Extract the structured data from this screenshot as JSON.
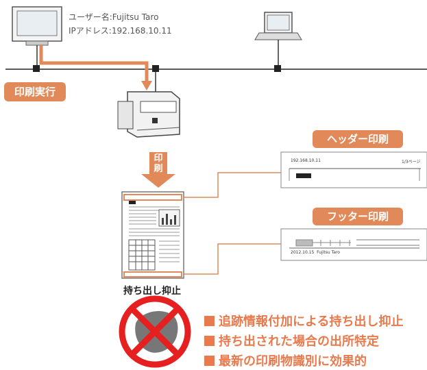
{
  "user_info": {
    "name_line": "ユーザー名:Fujitsu Taro",
    "ip_line": "IPアドレス:192.168.10.11"
  },
  "labels": {
    "print_execute": "印刷実行",
    "print_arrow_text": "印\n刷",
    "header_print": "ヘッダー印刷",
    "footer_print": "フッター印刷",
    "takeout_prevention": "持ち出し抑止"
  },
  "header_sample": {
    "ip": "192.168.10.11",
    "page": "1/3ページ"
  },
  "footer_sample": {
    "date_user": "2012.10.15  Fujitsu Taro"
  },
  "bullets": [
    "追跡情報付加による持ち出し抑止",
    "持ち出された場合の出所特定",
    "最新の印刷物識別に効果的"
  ],
  "colors": {
    "accent": "#e2895a",
    "bullet": "#e87a4e",
    "network": "#222222",
    "prohibit": "#e62020"
  }
}
